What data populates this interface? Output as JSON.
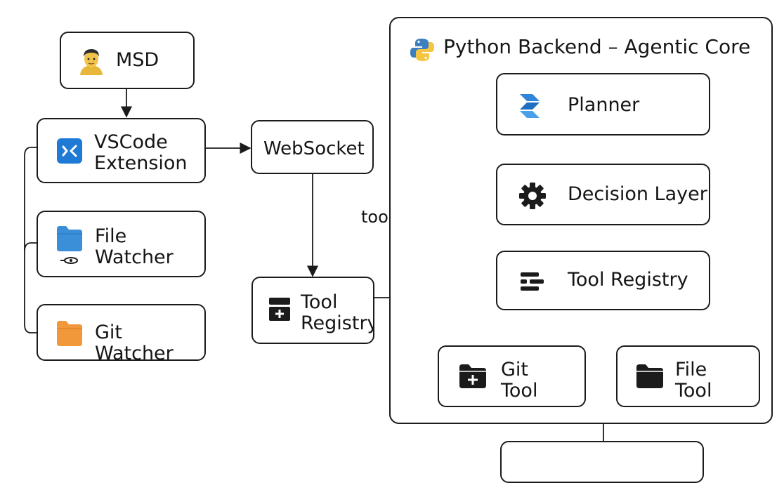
{
  "nodes": {
    "msd": {
      "label": "MSD",
      "icon": "person-icon"
    },
    "vscode": {
      "label": "VSCode\nExtension",
      "icon": "vscode-icon"
    },
    "file_watcher": {
      "label": "File\nWatcher",
      "icon": "folder-icon"
    },
    "git_watcher": {
      "label": "Git Watcher",
      "icon": "folder-icon"
    },
    "websocket": {
      "label": "WebSocket"
    },
    "tool_registry_left": {
      "label": "Tool\nRegistry",
      "icon": "registry-icon"
    },
    "planner": {
      "label": "Planner",
      "icon": "planner-icon"
    },
    "decision_layer": {
      "label": "Decision Layer",
      "icon": "gear-icon"
    },
    "tool_registry": {
      "label": "Tool Registry",
      "icon": "registry-icon"
    },
    "git_tool": {
      "label": "Git\nTool",
      "icon": "folder-plus-icon"
    },
    "file_tool": {
      "label": "File\nTool",
      "icon": "folder-icon"
    }
  },
  "container": {
    "title": "Python Backend – Agentic Core",
    "icon": "python-icon"
  },
  "edge_labels": {
    "tool_call": "tool_call"
  },
  "colors": {
    "stroke": "#1b1b1b",
    "vscode_blue": "#1f7ad6",
    "folder_blue": "#3a8fd8",
    "folder_orange": "#f0983a",
    "python_blue": "#3b7fc0",
    "python_yellow": "#f5c542",
    "planner_blue": "#2f86d8"
  }
}
